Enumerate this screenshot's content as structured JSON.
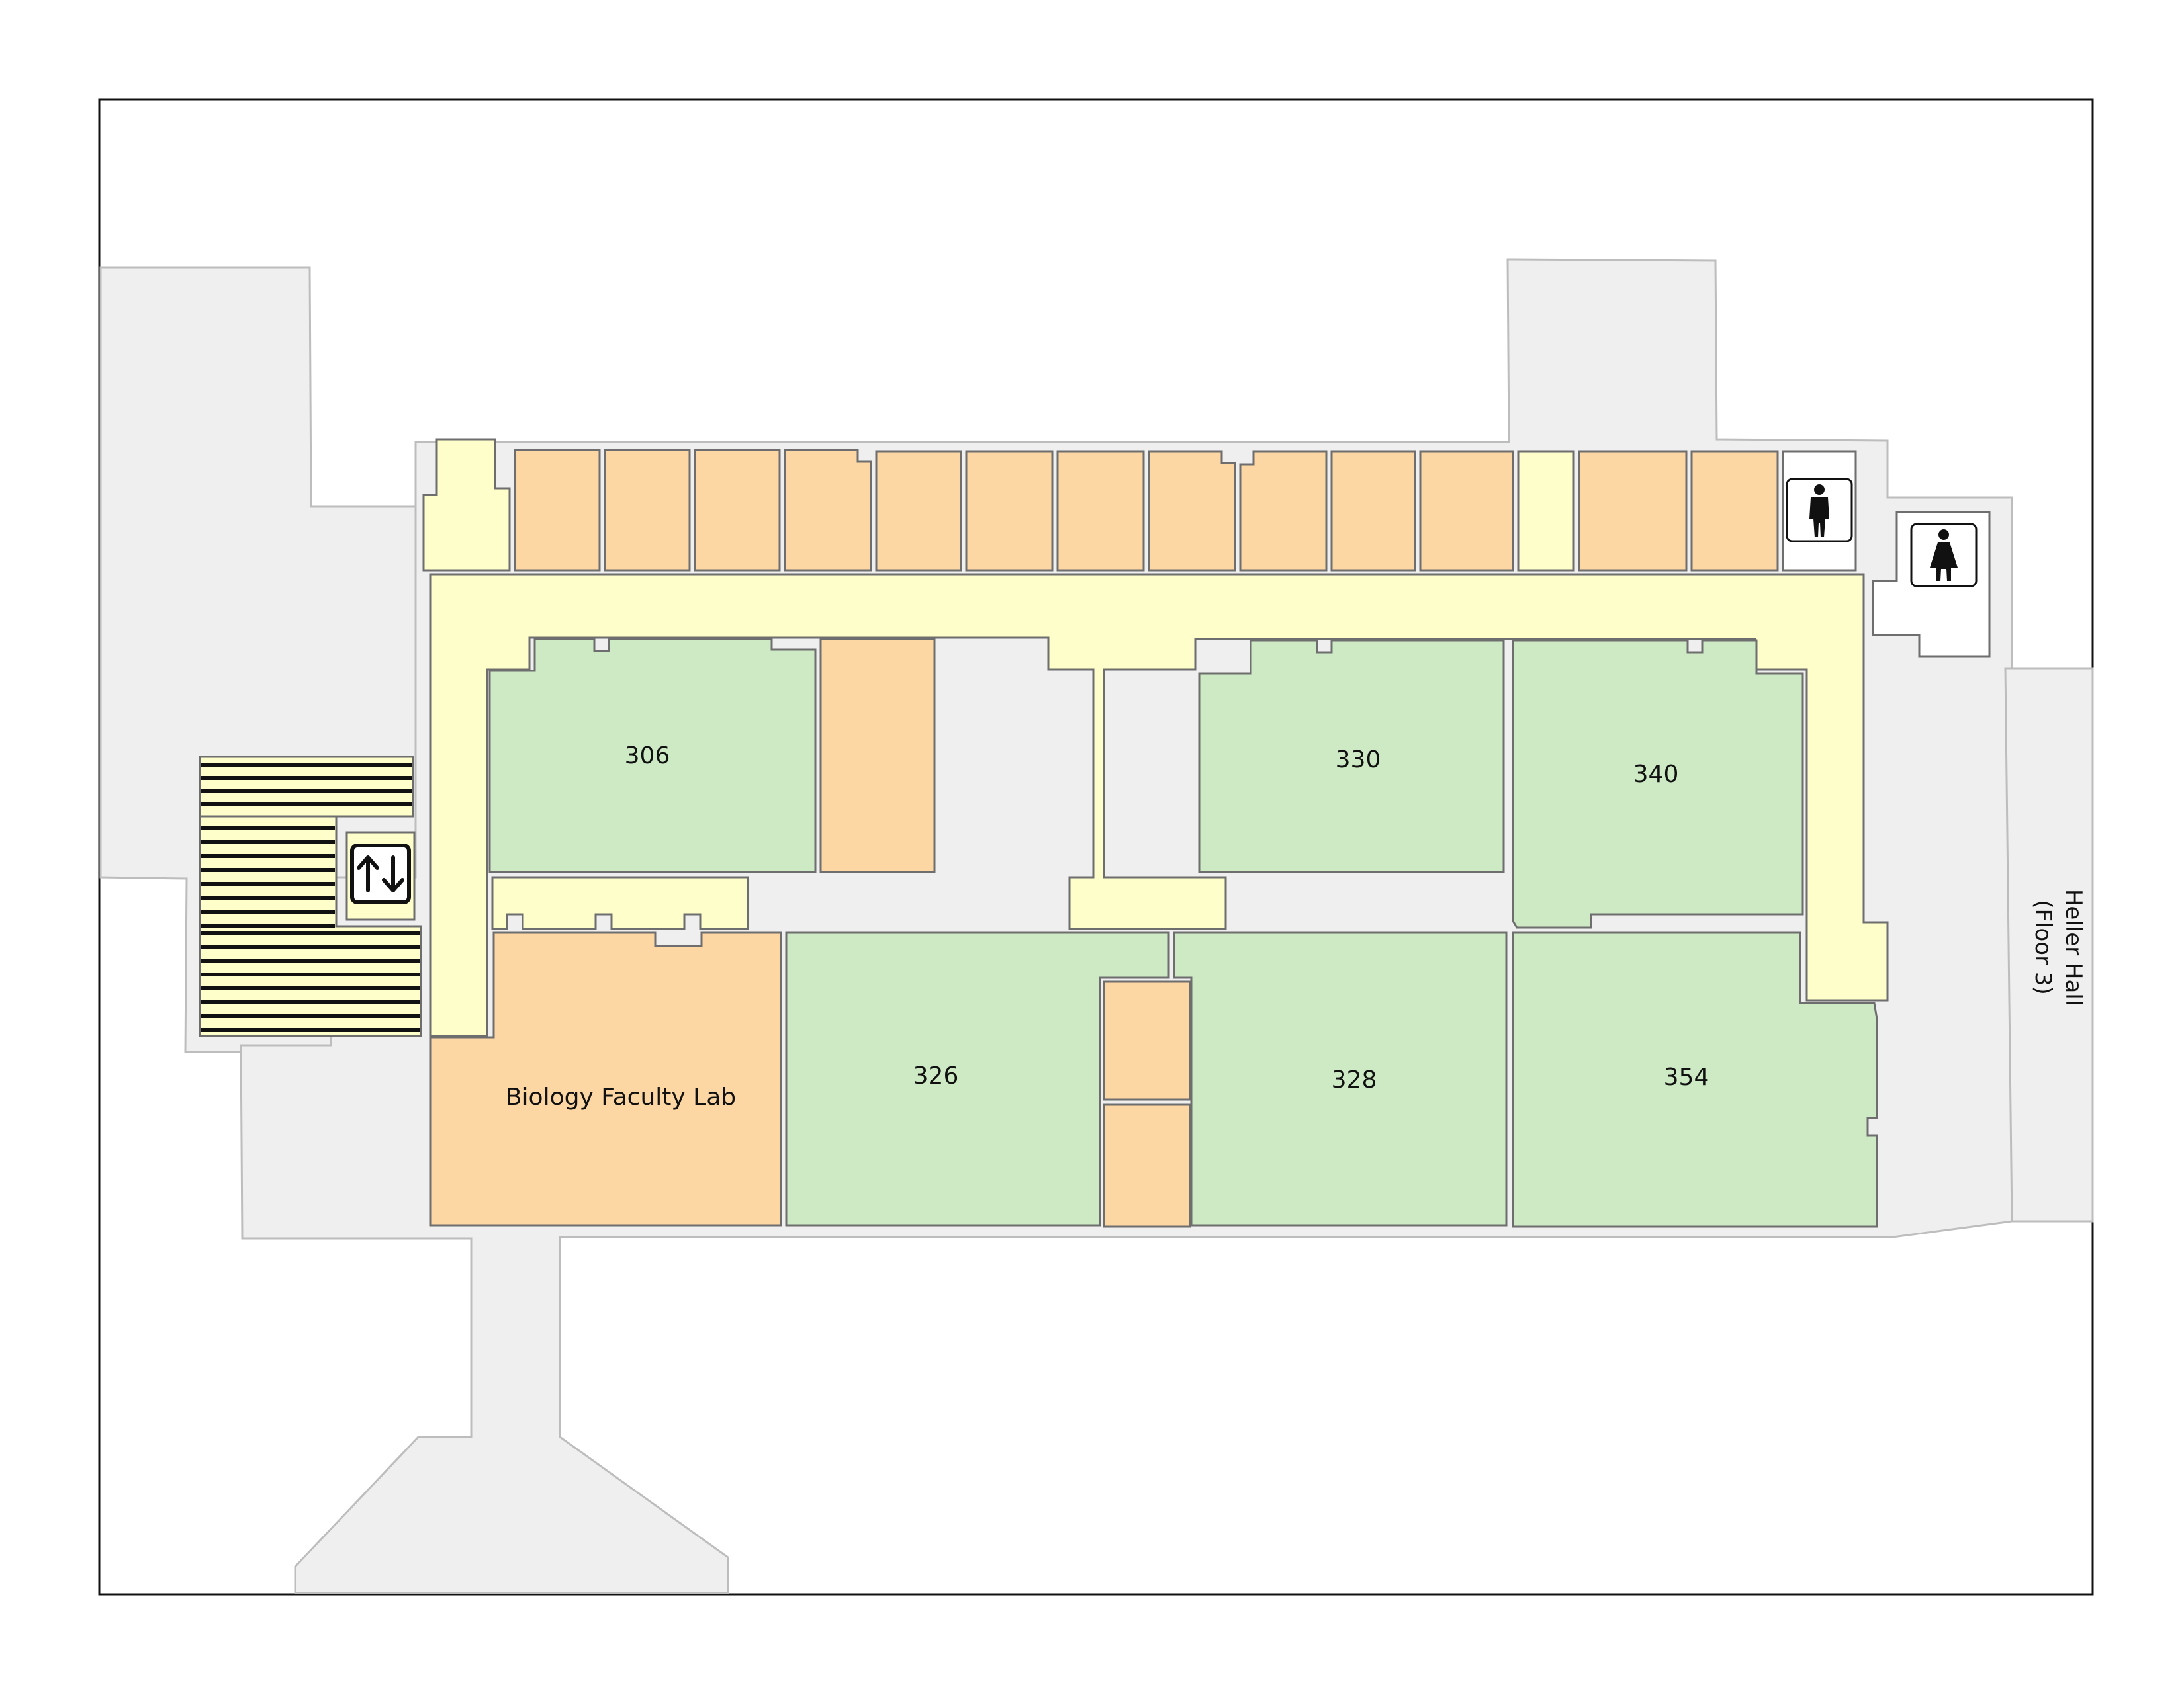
{
  "colors": {
    "background": "#ffffff",
    "site": "#efefef",
    "site_stroke": "#bdbdbd",
    "wall_stroke": "#6e6e6e",
    "corridor": "#fefecb",
    "lab": "#cdeac5",
    "office": "#fdd7a3",
    "restroom": "#ffffff",
    "frame": "#111111"
  },
  "rooms": {
    "r306": "306",
    "r330": "330",
    "r340": "340",
    "r326": "326",
    "r328": "328",
    "r354": "354",
    "faculty_lab": "Biology Faculty Lab"
  },
  "adjacent_building": {
    "line1": "Heller Hall",
    "line2": "(Floor 3)"
  },
  "icons": {
    "elevator": "elevator-icon",
    "mens_restroom": "mens-restroom-icon",
    "womens_restroom": "womens-restroom-icon"
  }
}
